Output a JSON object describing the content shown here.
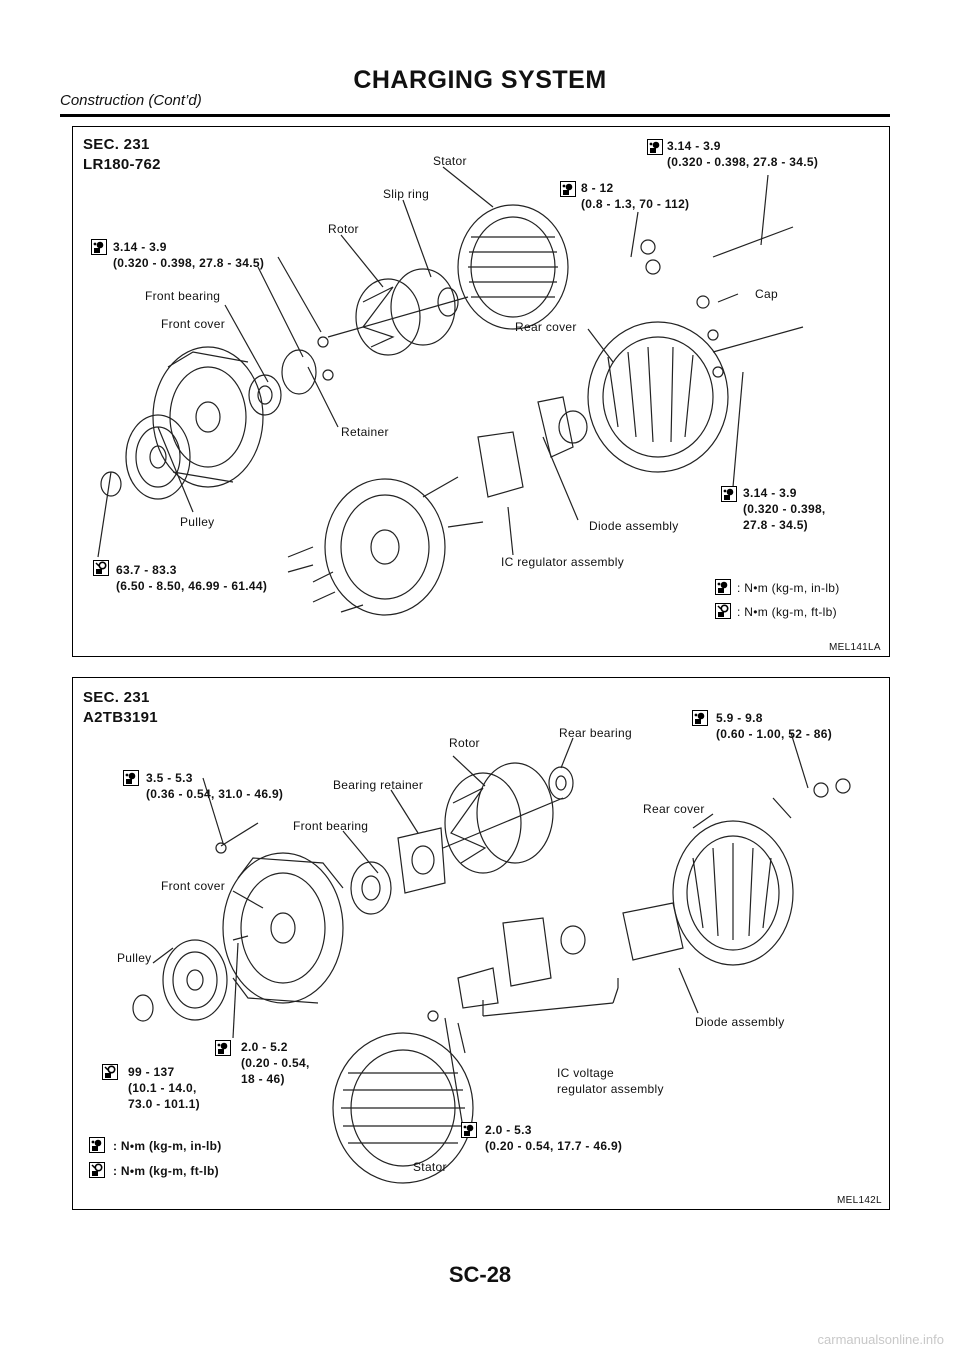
{
  "header": {
    "title": "CHARGING SYSTEM",
    "subtitle": "Construction (Cont’d)"
  },
  "fig1": {
    "sec": "SEC. 231",
    "model": "LR180-762",
    "code": "MEL141LA",
    "labels": {
      "stator": "Stator",
      "slip_ring": "Slip ring",
      "rotor": "Rotor",
      "front_bearing": "Front bearing",
      "front_cover": "Front cover",
      "retainer": "Retainer",
      "pulley": "Pulley",
      "rear_cover": "Rear cover",
      "cap": "Cap",
      "diode_assembly": "Diode assembly",
      "ic_regulator_assembly": "IC regulator assembly"
    },
    "torques": {
      "t1_l1": "3.14 - 3.9",
      "t1_l2": "(0.320 - 0.398, 27.8 - 34.5)",
      "t2_l1": "8 - 12",
      "t2_l2": "(0.8 - 1.3, 70 - 112)",
      "t3_l1": "3.14 - 3.9",
      "t3_l2": "(0.320 - 0.398, 27.8 - 34.5)",
      "t4_l1": "3.14 - 3.9",
      "t4_l2": "(0.320 - 0.398,",
      "t4_l3": "27.8 - 34.5)",
      "t5_l1": "63.7 - 83.3",
      "t5_l2": "(6.50 - 8.50, 46.99 - 61.44)"
    },
    "legend": {
      "inlb": ": N•m (kg-m, in-lb)",
      "ftlb": ": N•m (kg-m, ft-lb)"
    }
  },
  "fig2": {
    "sec": "SEC. 231",
    "model": "A2TB3191",
    "code": "MEL142L",
    "labels": {
      "rotor": "Rotor",
      "rear_bearing": "Rear bearing",
      "bearing_retainer": "Bearing retainer",
      "front_bearing": "Front bearing",
      "front_cover": "Front cover",
      "pulley": "Pulley",
      "rear_cover": "Rear cover",
      "diode_assembly": "Diode assembly",
      "ic_l1": "IC voltage",
      "ic_l2": "regulator assembly",
      "stator": "Stator"
    },
    "torques": {
      "t1_l1": "5.9 - 9.8",
      "t1_l2": "(0.60 - 1.00, 52 - 86)",
      "t2_l1": "3.5 - 5.3",
      "t2_l2": "(0.36 - 0.54, 31.0 - 46.9)",
      "t3_l1": "99 - 137",
      "t3_l2": "(10.1 - 14.0,",
      "t3_l3": "73.0 - 101.1)",
      "t4_l1": "2.0 - 5.2",
      "t4_l2": "(0.20 - 0.54,",
      "t4_l3": "18 - 46)",
      "t5_l1": "2.0 - 5.3",
      "t5_l2": "(0.20 - 0.54, 17.7 - 46.9)"
    },
    "legend": {
      "inlb": ": N•m (kg-m, in-lb)",
      "ftlb": ": N•m (kg-m, ft-lb)"
    }
  },
  "footer": {
    "page": "SC-28",
    "watermark": "carmanualsonline.info"
  },
  "icons": {
    "torque_in_lb": "torque-wrench-inlb-icon",
    "torque_ft_lb": "torque-wrench-ftlb-icon"
  }
}
